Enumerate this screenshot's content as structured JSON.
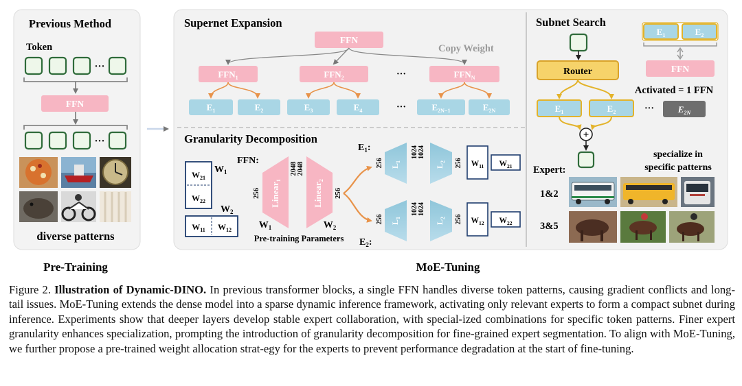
{
  "previous": {
    "title": "Previous Method",
    "token_label": "Token",
    "ellipsis": "···",
    "ffn": "FFN",
    "diverse": "diverse patterns",
    "footer": "Pre-Training",
    "photos": [
      "pizza photo",
      "boat photo",
      "clock photo",
      "otter photo",
      "motorcycle photo",
      "curtain photo"
    ]
  },
  "supernet": {
    "title": "Supernet Expansion",
    "ffn": "FFN",
    "copy_weight": "Copy Weight",
    "ffns": [
      {
        "name": "FFN",
        "sub": "1"
      },
      {
        "name": "FFN",
        "sub": "2"
      },
      {
        "name": "FFN",
        "sub": "N"
      }
    ],
    "experts": [
      {
        "name": "E",
        "sub": "1"
      },
      {
        "name": "E",
        "sub": "2"
      },
      {
        "name": "E",
        "sub": "3"
      },
      {
        "name": "E",
        "sub": "4"
      },
      {
        "name": "E",
        "sub": "2N−1"
      },
      {
        "name": "E",
        "sub": "2N"
      }
    ],
    "ellipsis": "···"
  },
  "granularity": {
    "title": "Granularity Decomposition",
    "ffn_label": "FFN:",
    "w1": "W",
    "w1_sub": "1",
    "w2": "W",
    "w2_sub": "2",
    "w21": "W",
    "w21_sub": "21",
    "w22": "W",
    "w22_sub": "22",
    "w11": "W",
    "w11_sub": "11",
    "w12": "W",
    "w12_sub": "12",
    "linear1": "Linear",
    "linear1_sub": "1",
    "linear2": "Linear",
    "linear2_sub": "2",
    "dim256": "256",
    "dim2048": "2048",
    "dim1024": "1024",
    "pretraining_params": "Pre-training Parameters",
    "e1": "E",
    "e1_sub": "1",
    "e2": "E",
    "e2_sub": "2",
    "colon": ":",
    "L1": "L",
    "L1_sub": "1",
    "L2": "L",
    "L2_sub": "2"
  },
  "subnet": {
    "title": "Subnet Search",
    "router": "Router",
    "activated": "Activated = 1 FFN",
    "ffn": "FFN",
    "e1": "E",
    "e1_sub": "1",
    "e2": "E",
    "e2_sub": "2",
    "e2n": "E",
    "e2n_sub": "2N",
    "ellipsis": "···",
    "plus": "+",
    "expert_label": "Expert:",
    "specialize": "specialize in",
    "specialize2": "specific patterns",
    "row1": "1&2",
    "row2": "3&5",
    "photos": [
      "city bus photo",
      "school bus photo",
      "transit bus photo",
      "horse photo",
      "horse race photo",
      "rider photo"
    ]
  },
  "moe_footer": "MoE-Tuning",
  "caption": {
    "figure": "Figure 2.",
    "bold": "Illustration of Dynamic-DINO.",
    "line1": "In previous transformer blocks, a single FFN handles diverse token patterns, causing gradient",
    "line2": "conflicts and long-tail issues. MoE-Tuning extends the dense model into a sparse dynamic inference framework, activating only relevant",
    "line3": "experts to form a compact subnet during inference. Experiments show that deeper layers develop stable expert collaboration, with special-",
    "line4": "ized combinations for specific token patterns. Finer expert granularity enhances specialization, prompting the introduction of granularity",
    "line5": "decomposition for fine-grained expert segmentation. To align with MoE-Tuning, we further propose a pre-trained weight allocation strat-",
    "line6": "egy for the experts to prevent performance degradation at the start of fine-tuning."
  },
  "colors": {
    "pink": "#f7b6c3",
    "blue": "#a9d6e5",
    "green_border": "#2f6b3a",
    "green_fill": "#eef7ea",
    "yellow": "#f6d36a",
    "yellow_border": "#d9a32a",
    "orange": "#e8934a",
    "gray_box": "#6e6e6e",
    "panel": "#f2f2f2",
    "navy": "#1f3d6e"
  }
}
